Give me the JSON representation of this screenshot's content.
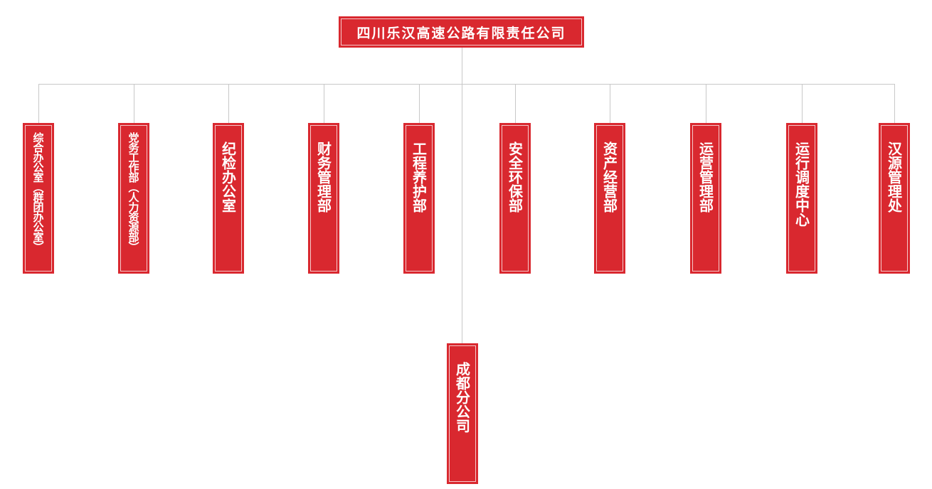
{
  "chart": {
    "root": {
      "label": "四川乐汉高速公路有限责任公司"
    },
    "departments": [
      {
        "label": "综合办公室（群团办公室）"
      },
      {
        "label": "党务工作部（人力资源部）"
      },
      {
        "label": "纪检办公室"
      },
      {
        "label": "财务管理部"
      },
      {
        "label": "工程养护部"
      },
      {
        "label": "安全环保部"
      },
      {
        "label": "资产经营部"
      },
      {
        "label": "运营管理部"
      },
      {
        "label": "运行调度中心"
      },
      {
        "label": "汉源管理处"
      }
    ],
    "branch": {
      "label": "成都分公司"
    },
    "colors": {
      "box_fill": "#d9282f",
      "box_inner_border": "#ffffff",
      "connector": "#c8c8c8",
      "text": "#ffffff"
    }
  }
}
